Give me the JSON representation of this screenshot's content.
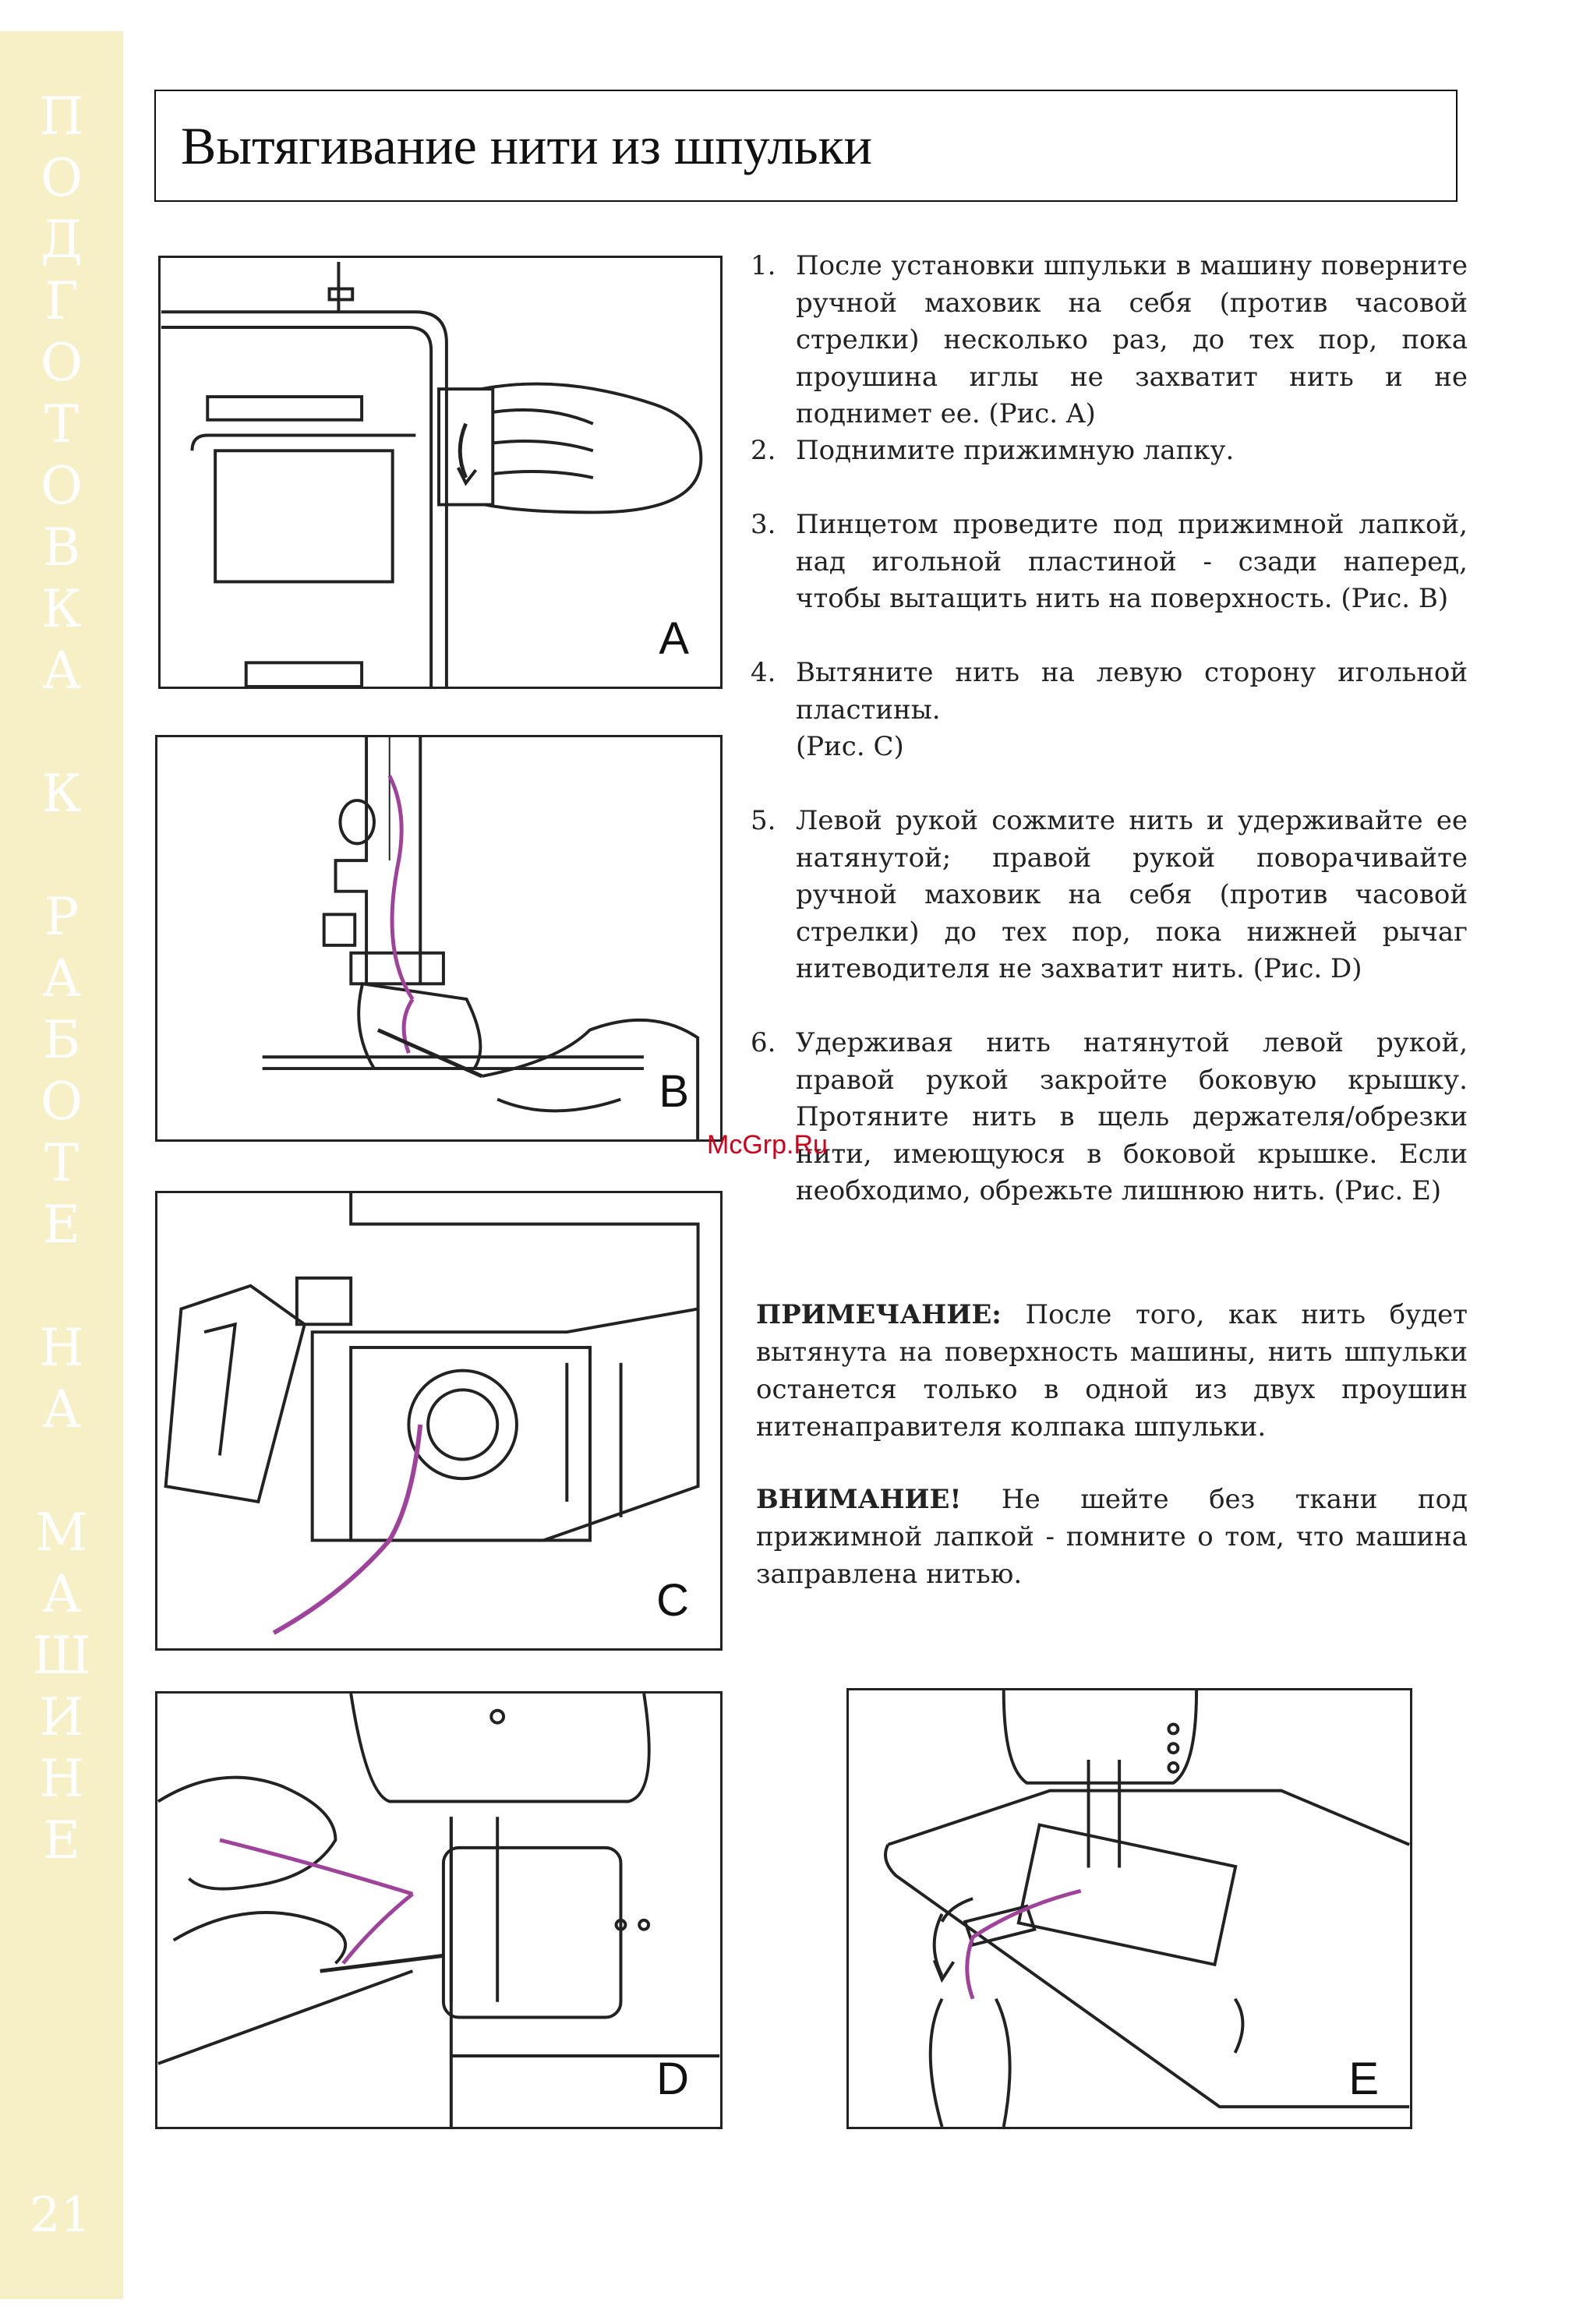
{
  "sidebar": {
    "letters": [
      "П",
      "О",
      "Д",
      "Г",
      "О",
      "Т",
      "О",
      "В",
      "К",
      "А",
      "",
      "К",
      "",
      "Р",
      "А",
      "Б",
      "О",
      "Т",
      "Е",
      "",
      "Н",
      "А",
      "",
      "М",
      "А",
      "Ш",
      "И",
      "Н",
      "Е"
    ],
    "page_number": "21",
    "background_color": "#f7efc6"
  },
  "header": {
    "title": "Вытягивание нити из шпульки"
  },
  "figures": {
    "a": "A",
    "b": "B",
    "c": "C",
    "d": "D",
    "e": "E"
  },
  "steps": [
    {
      "num": "1.",
      "text": "После установки шпульки в машину поверните ручной маховик на себя (против часовой стрелки) несколько раз, до тех пор, пока проушина иглы не захватит нить и не поднимет ее. (Рис. A)"
    },
    {
      "num": "2.",
      "text": "Поднимите прижимную лапку."
    },
    {
      "num": "3.",
      "text": "Пинцетом проведите под прижимной лапкой, над игольной пластиной - сзади наперед, чтобы вытащить нить на поверхность. (Рис. B)"
    },
    {
      "num": "4.",
      "text": "Вытяните нить на левую сторону игольной пластины."
    },
    {
      "num": "5.",
      "text": "Левой рукой сожмите нить и удерживайте ее натянутой; правой рукой поворачивайте ручной маховик на себя (против часовой стрелки) до тех пор, пока нижней рычаг нитеводителя не захватит нить. (Рис. D)"
    },
    {
      "num": "6.",
      "text": "Удерживая нить натянутой левой рукой, правой рукой закройте боковую крышку. Протяните нить в щель держателя/обрезки нити, имеющуюся в боковой крышке. Если необходимо, обрежьте лишнюю нить. (Рис. E)"
    }
  ],
  "step4_ref": "(Рис. C)",
  "note": {
    "label": "ПРИМЕЧАНИЕ:",
    "text": " После того, как нить будет вытянута на поверхность машины, нить шпульки останется только в одной из двух проушин нитенаправителя колпака шпульки."
  },
  "warning": {
    "label": "ВНИМАНИЕ!",
    "text": " Не шейте без ткани под прижимной лапкой - помните о том, что машина заправлена нитью."
  },
  "watermark": "McGrp.Ru",
  "colors": {
    "thread": "#a0419b",
    "watermark": "#d0021b"
  }
}
